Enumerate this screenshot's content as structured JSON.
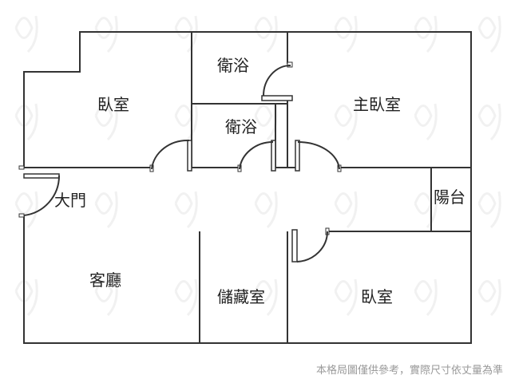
{
  "rooms": {
    "bedroom_left": "臥室",
    "bathroom_top": "衛浴",
    "bathroom_mid": "衛浴",
    "master_bedroom": "主臥室",
    "main_door": "大門",
    "balcony": "陽台",
    "living_room": "客廳",
    "storage_room": "儲藏室",
    "bedroom_bottom": "臥室"
  },
  "disclaimer": "本格局圖僅供參考，實際尺寸依丈量為準",
  "colors": {
    "wall": "#333333",
    "text": "#222222",
    "disclaimer": "#9a9a9a",
    "watermark": "#f1f1f1"
  }
}
